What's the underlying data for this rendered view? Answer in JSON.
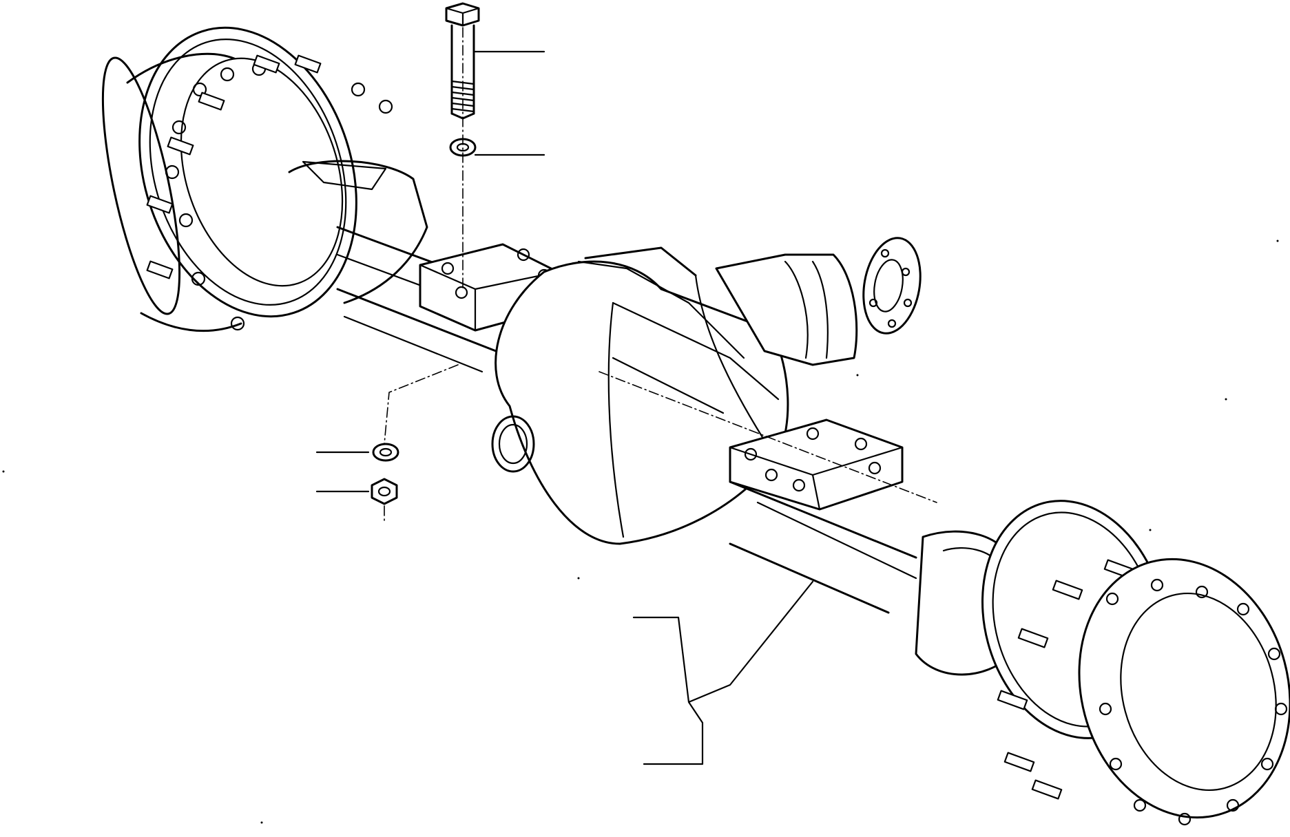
{
  "drawing": {
    "subject": "",
    "parts": [
      {
        "id": "bolt",
        "name": "hex-bolt"
      },
      {
        "id": "lock-washer-top",
        "name": "lock-washer"
      },
      {
        "id": "lock-washer-bottom",
        "name": "lock-washer"
      },
      {
        "id": "hex-nut",
        "name": "hex-nut"
      },
      {
        "id": "axle-assembly",
        "name": "axle-housing"
      }
    ],
    "callout_labels": [
      "",
      "",
      "",
      "",
      ""
    ],
    "colors": {
      "ink": "#000000",
      "paper": "#ffffff"
    }
  }
}
